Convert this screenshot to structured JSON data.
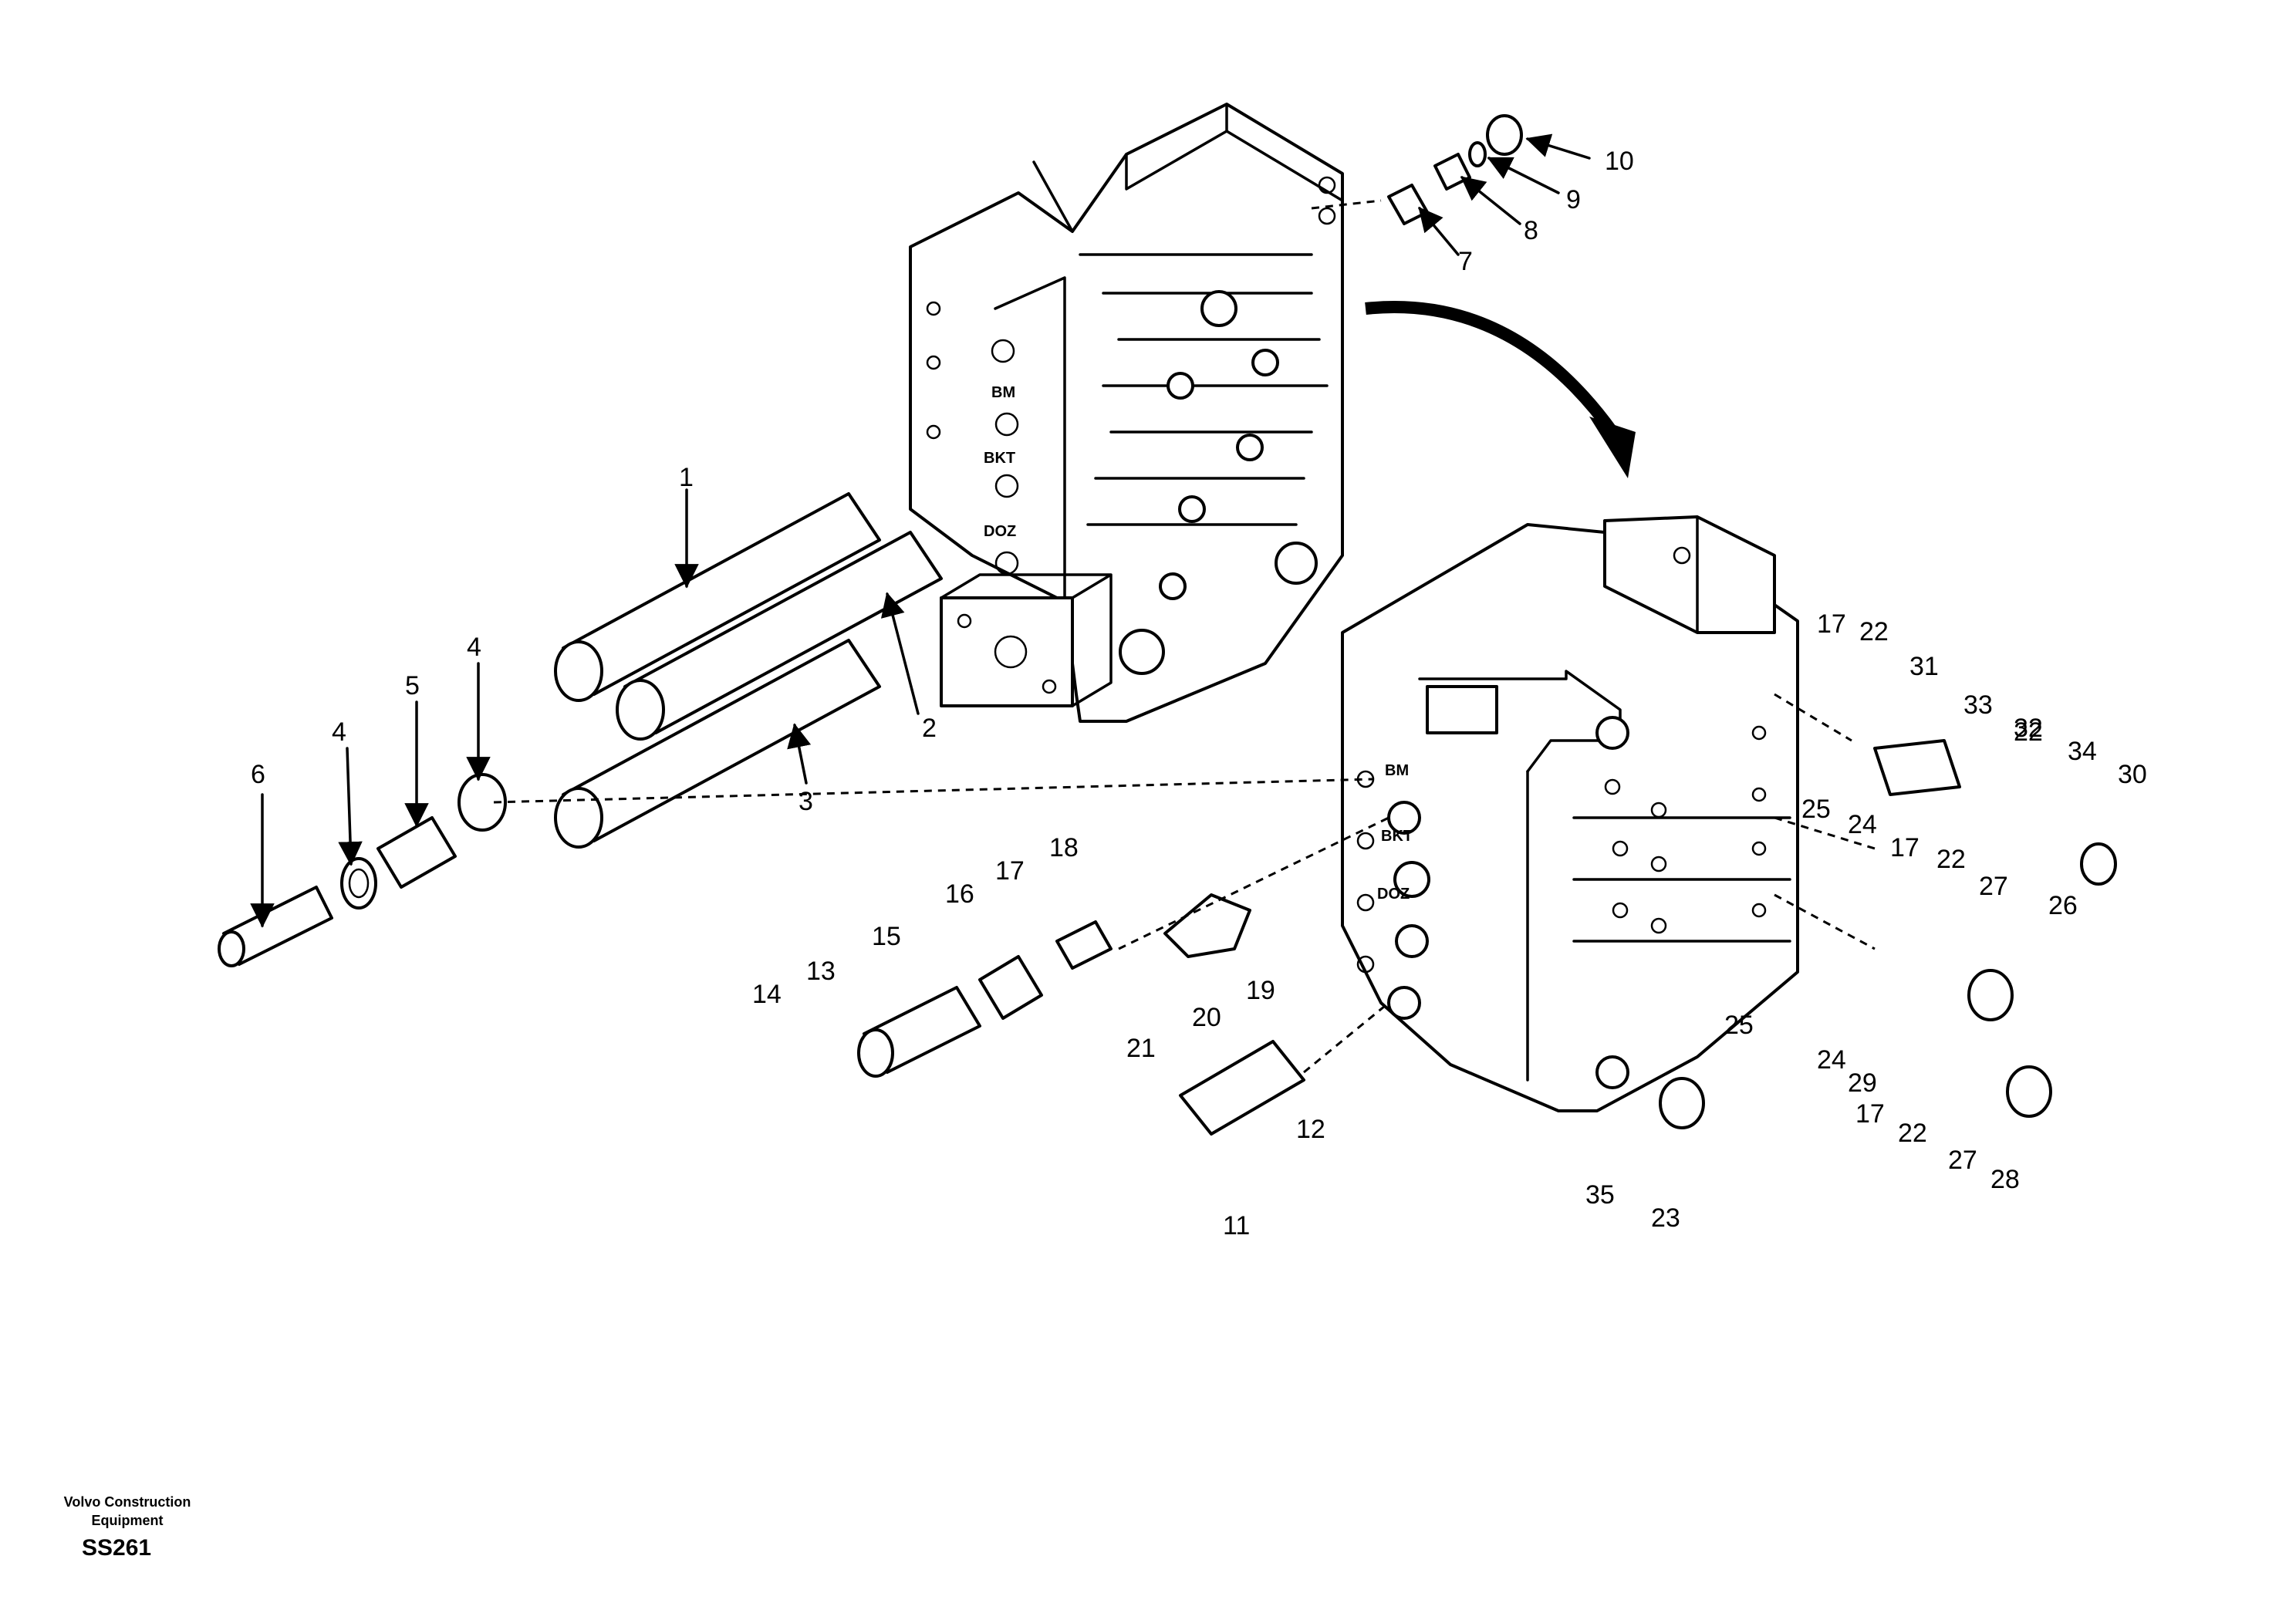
{
  "footer": {
    "company_line1": "Volvo Construction",
    "company_line2": "Equipment",
    "drawing_code": "SS261"
  },
  "port_labels": [
    "BM",
    "BKT",
    "DOZ",
    "BM",
    "BKT",
    "DOZ"
  ],
  "callouts": [
    "1",
    "2",
    "3",
    "4",
    "4",
    "5",
    "6",
    "7",
    "8",
    "9",
    "10",
    "11",
    "12",
    "13",
    "14",
    "15",
    "16",
    "17",
    "17",
    "17",
    "17",
    "18",
    "19",
    "20",
    "21",
    "22",
    "22",
    "22",
    "22",
    "23",
    "24",
    "24",
    "25",
    "25",
    "26",
    "27",
    "27",
    "28",
    "29",
    "30",
    "31",
    "32",
    "33",
    "34",
    "35"
  ]
}
